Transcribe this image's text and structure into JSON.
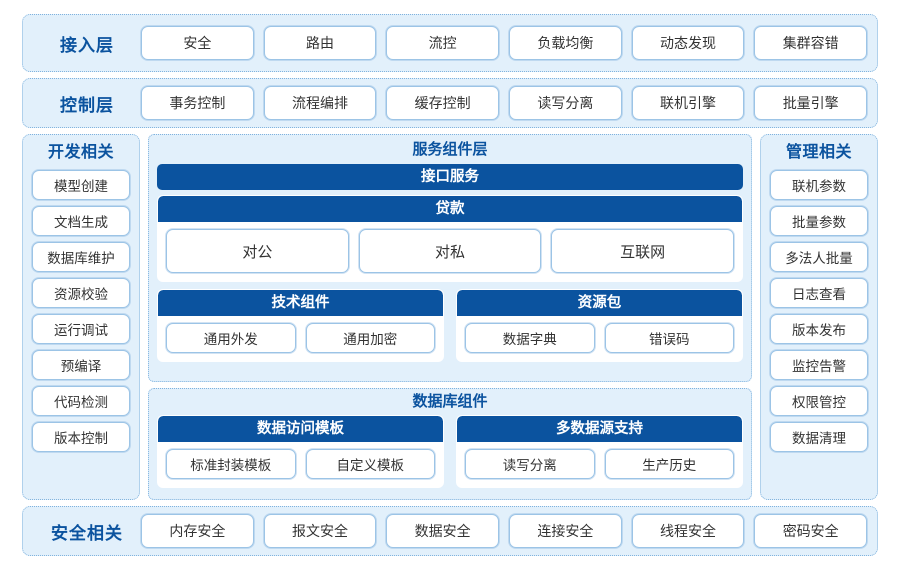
{
  "accent": {
    "dark_blue": "#0b539f",
    "panel_fill": "#e2f0fb",
    "pill_border": "#9cc4e6",
    "text": "#333333"
  },
  "rows": {
    "access": {
      "title": "接入层",
      "items": [
        "安全",
        "路由",
        "流控",
        "负载均衡",
        "动态发现",
        "集群容错"
      ]
    },
    "control": {
      "title": "控制层",
      "items": [
        "事务控制",
        "流程编排",
        "缓存控制",
        "读写分离",
        "联机引擎",
        "批量引擎"
      ]
    },
    "security": {
      "title": "安全相关",
      "items": [
        "内存安全",
        "报文安全",
        "数据安全",
        "连接安全",
        "线程安全",
        "密码安全"
      ]
    }
  },
  "left_column": {
    "title": "开发相关",
    "items": [
      "模型创建",
      "文档生成",
      "数据库维护",
      "资源校验",
      "运行调试",
      "预编译",
      "代码检测",
      "版本控制"
    ]
  },
  "right_column": {
    "title": "管理相关",
    "items": [
      "联机参数",
      "批量参数",
      "多法人批量",
      "日志查看",
      "版本发布",
      "监控告警",
      "权限管控",
      "数据清理"
    ]
  },
  "service_layer": {
    "title": "服务组件层",
    "interface_bar": "接口服务",
    "loan": {
      "title": "贷款",
      "items": [
        "对公",
        "对私",
        "互联网"
      ]
    },
    "tech_component": {
      "title": "技术组件",
      "items": [
        "通用外发",
        "通用加密"
      ]
    },
    "resource_package": {
      "title": "资源包",
      "items": [
        "数据字典",
        "错误码"
      ]
    }
  },
  "database_layer": {
    "title": "数据库组件",
    "access_template": {
      "title": "数据访问模板",
      "items": [
        "标准封装模板",
        "自定义模板"
      ]
    },
    "multi_datasource": {
      "title": "多数据源支持",
      "items": [
        "读写分离",
        "生产历史"
      ]
    }
  }
}
